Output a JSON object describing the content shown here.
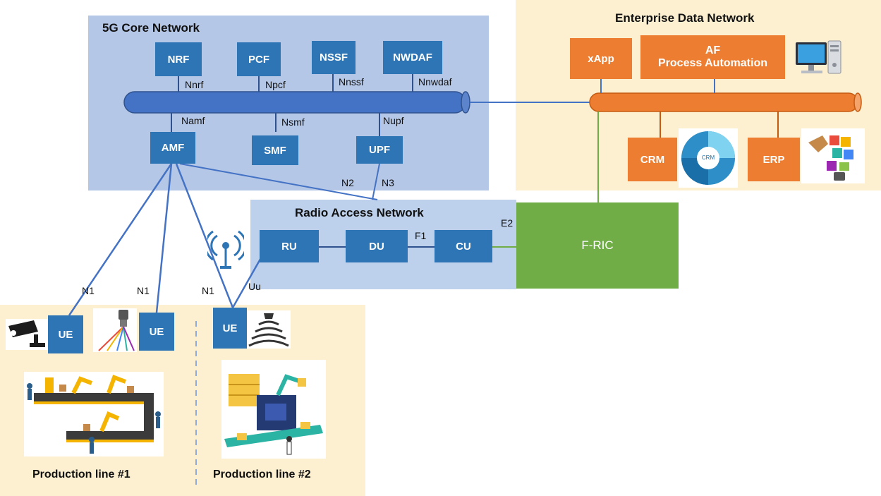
{
  "core": {
    "title": "5G Core Network",
    "nfs": {
      "nrf": "NRF",
      "pcf": "PCF",
      "nssf": "NSSF",
      "nwdaf": "NWDAF",
      "amf": "AMF",
      "smf": "SMF",
      "upf": "UPF"
    },
    "interfaces": {
      "nnrf": "Nnrf",
      "npcf": "Npcf",
      "nnssf": "Nnssf",
      "nnwdaf": "Nnwdaf",
      "namf": "Namf",
      "nsmf": "Nsmf",
      "nupf": "Nupf"
    }
  },
  "ran": {
    "title": "Radio Access Network",
    "nodes": {
      "ru": "RU",
      "du": "DU",
      "cu": "CU"
    },
    "interfaces": {
      "f1": "F1",
      "e2": "E2",
      "n2": "N2",
      "n3": "N3",
      "uu": "Uu"
    }
  },
  "enterprise": {
    "title": "Enterprise Data Network",
    "xapp": "xApp",
    "af_line1": "AF",
    "af_line2": "Process Automation",
    "crm": "CRM",
    "crm_icon_text": "CRM",
    "erp": "ERP"
  },
  "fric": {
    "label": "F-RIC"
  },
  "factory": {
    "ue_labels": [
      "UE",
      "UE",
      "UE"
    ],
    "n1_labels": [
      "N1",
      "N1",
      "N1"
    ],
    "line1": "Production line #1",
    "line2": "Production line #2"
  },
  "icons": [
    "computer-icon",
    "crm-wheel-icon",
    "erp-puzzle-icon",
    "antenna-icon",
    "camera-icon",
    "laser-scanner-icon",
    "sensor-icon",
    "factory-line-1-image",
    "factory-line-2-image"
  ],
  "colors": {
    "core_bg": "#b4c7e7",
    "ran_bg": "#bdd0ec",
    "nf_blue": "#2e75b6",
    "enterprise_bg": "#fdf0d0",
    "orange": "#ed7d31",
    "fric_green": "#70ad47",
    "link_blue": "#4472c4"
  }
}
